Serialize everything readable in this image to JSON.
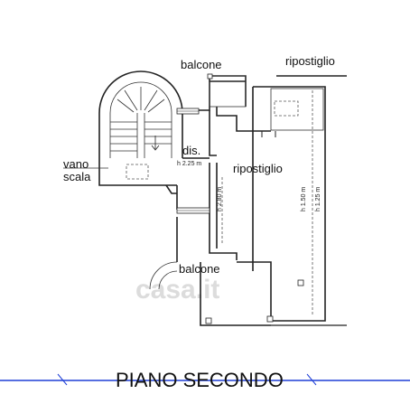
{
  "rooms": {
    "balcone_top": "balcone",
    "ripostiglio_top": "ripostiglio",
    "dis": "dis.",
    "vano_scala_line1": "vano",
    "vano_scala_line2": "scala",
    "ripostiglio_main": "ripostiglio",
    "balcone_bottom": "balcone"
  },
  "dimensions": {
    "h_dis": "h 2.25 m",
    "h_corridor": "h 2.80 m",
    "h_low": "h 1.50 m",
    "h_lower": "h 1.25 m"
  },
  "footer": {
    "title": "PIANO SECONDO",
    "watermark": "casa.it"
  },
  "colors": {
    "line": "#222222",
    "footer_line": "#1f3fd6",
    "watermark": "#d9d9d9"
  }
}
